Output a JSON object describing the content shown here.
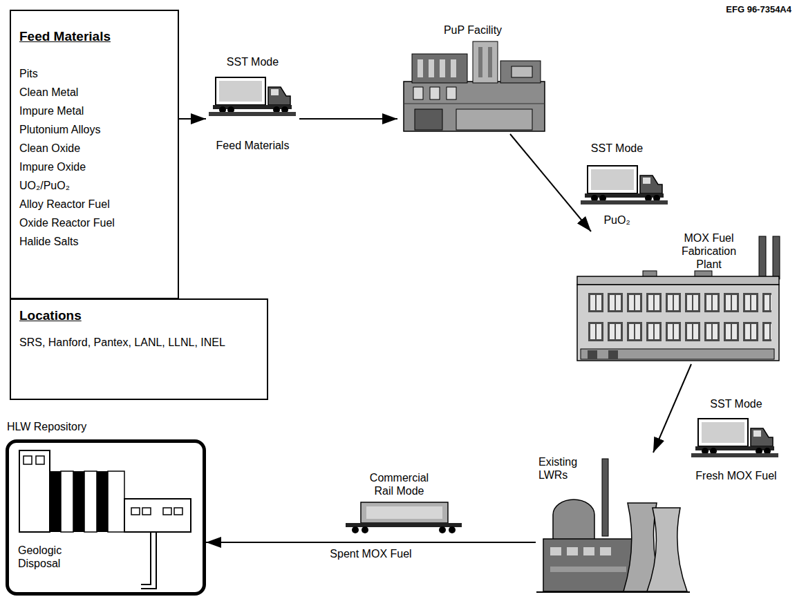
{
  "diagram": {
    "nodes": [
      {
        "text": [
          "Feed Materials",
          "Pits",
          "Clean Metal",
          "Impure Metal",
          "Plutonium Alloys",
          "Clean Oxide",
          "Impure Oxide",
          "UO₂/PuO₂",
          "Alloy Reactor Fuel",
          "Oxide Reactor Fuel",
          "Halide Salts"
        ]
      },
      {
        "text": [
          "Locations",
          "SRS, Hanford, Pantex, LANL, LLNL, INEL"
        ]
      },
      {
        "text": [
          "SST Mode",
          "Feed Materials"
        ]
      },
      {
        "text": [
          "PuP Facility"
        ]
      },
      {
        "text": [
          "SST Mode",
          "PuO₂"
        ]
      },
      {
        "text": [
          "MOX Fuel Fabrication Plant"
        ]
      },
      {
        "text": [
          "SST Mode",
          "Fresh MOX Fuel"
        ]
      },
      {
        "text": [
          "Existing LWRs"
        ]
      },
      {
        "text": [
          "Commercial Rail Mode"
        ]
      },
      {
        "text": [
          "HLW Repository",
          "Geologic Disposal"
        ]
      }
    ],
    "edges": [
      {
        "from": 0,
        "to": 2,
        "arrow": "to"
      },
      {
        "from": 2,
        "to": 3,
        "arrow": "to"
      },
      {
        "from": 3,
        "to": 5,
        "arrow": "to"
      },
      {
        "from": 5,
        "to": 7,
        "arrow": "to"
      },
      {
        "from": 7,
        "to": 9,
        "label": "Spent MOX Fuel",
        "arrow": "to"
      }
    ],
    "labels": [
      "EFG 96-7354A4"
    ]
  }
}
